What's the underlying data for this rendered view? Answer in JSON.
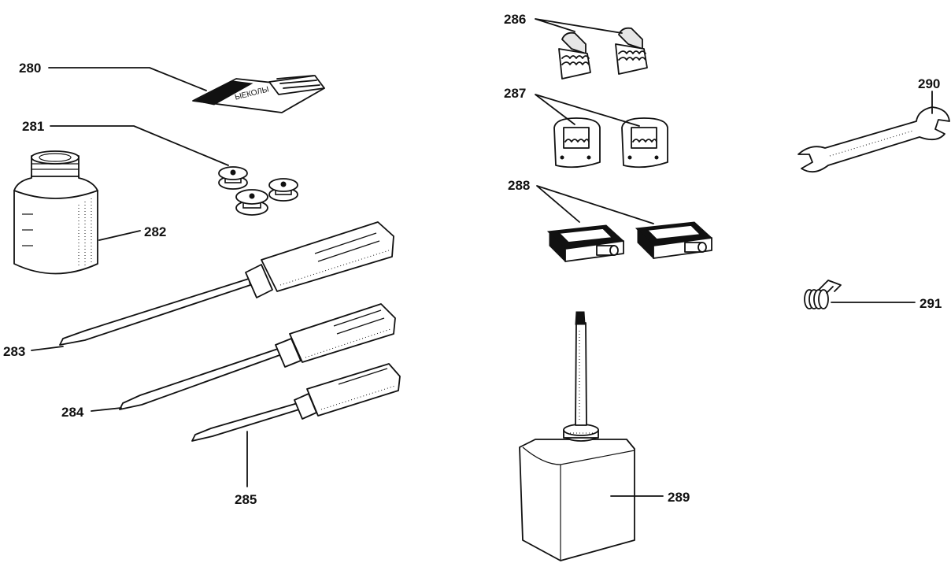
{
  "parts": [
    {
      "id": "p280",
      "label": "280",
      "icon": "thread-packet-icon"
    },
    {
      "id": "p281",
      "label": "281",
      "icon": "bobbins-icon"
    },
    {
      "id": "p282",
      "label": "282",
      "icon": "oil-jar-icon"
    },
    {
      "id": "p283",
      "label": "283",
      "icon": "large-screwdriver-icon"
    },
    {
      "id": "p284",
      "label": "284",
      "icon": "medium-screwdriver-icon"
    },
    {
      "id": "p285",
      "label": "285",
      "icon": "small-screwdriver-icon"
    },
    {
      "id": "p286",
      "label": "286",
      "icon": "presser-foot-pair-icon"
    },
    {
      "id": "p287",
      "label": "287",
      "icon": "hemmer-foot-pair-icon"
    },
    {
      "id": "p288",
      "label": "288",
      "icon": "dark-foot-pair-icon"
    },
    {
      "id": "p289",
      "label": "289",
      "icon": "oiler-bottle-icon"
    },
    {
      "id": "p290",
      "label": "290",
      "icon": "wrench-icon"
    },
    {
      "id": "p291",
      "label": "291",
      "icon": "spring-icon"
    }
  ],
  "packet_text": "ЫЕКОЛЫ"
}
